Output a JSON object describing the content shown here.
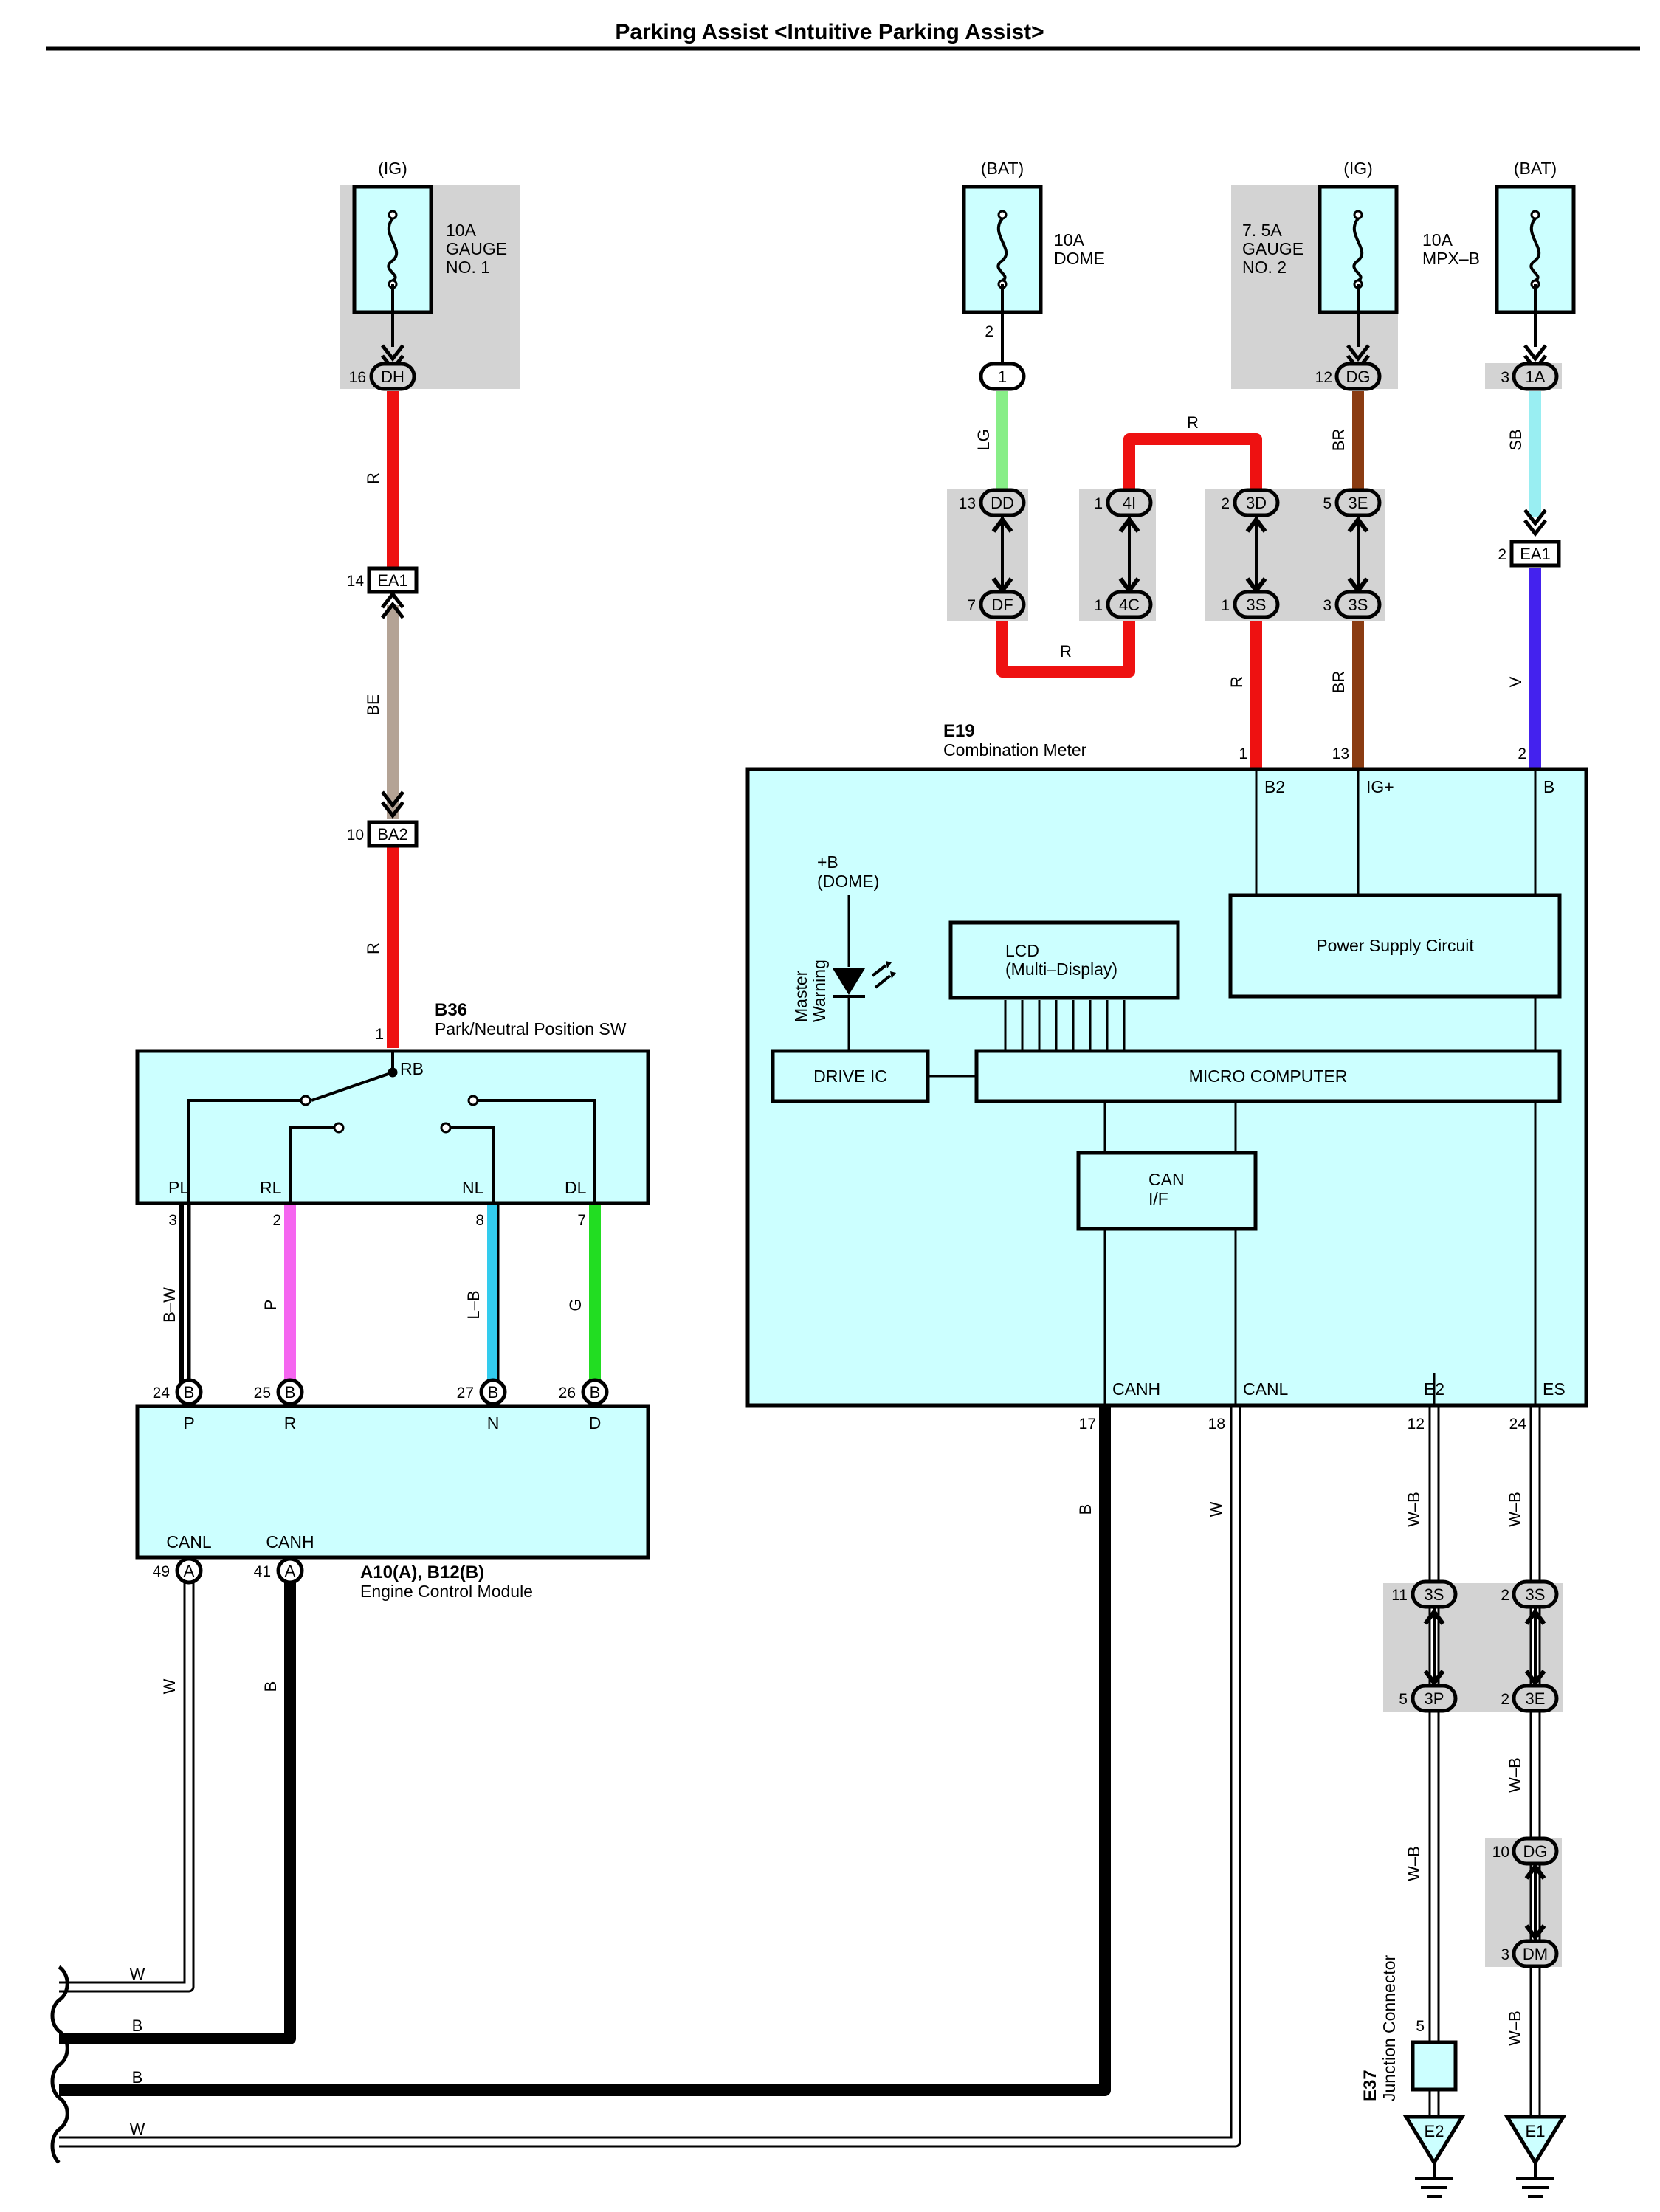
{
  "title": "Parking Assist <Intuitive Parking Assist>",
  "fuses": [
    {
      "source": "(IG)",
      "rating": "10A",
      "name1": "GAUGE",
      "name2": "NO. 1"
    },
    {
      "source": "(BAT)",
      "rating": "10A",
      "name1": "DOME",
      "name2": ""
    },
    {
      "source": "(IG)",
      "rating": "7. 5A",
      "name1": "GAUGE",
      "name2": "NO. 2"
    },
    {
      "source": "(BAT)",
      "rating": "10A",
      "name1": "MPX–B",
      "name2": ""
    }
  ],
  "connectors": [
    {
      "id": "DH",
      "pin": "16"
    },
    {
      "id": "1",
      "pin": "2"
    },
    {
      "id": "DG",
      "pin": "12"
    },
    {
      "id": "1A",
      "pin": "3"
    },
    {
      "id": "EA1",
      "pin": "14"
    },
    {
      "id": "BA2",
      "pin": "10"
    },
    {
      "id": "EA1",
      "pin": "2"
    },
    {
      "id": "DD",
      "pin": "13"
    },
    {
      "id": "DF",
      "pin": "7"
    },
    {
      "id": "4I",
      "pin": "1"
    },
    {
      "id": "4C",
      "pin": "1"
    },
    {
      "id": "3D",
      "pin": "2"
    },
    {
      "id": "3S",
      "pin": "1"
    },
    {
      "id": "3E",
      "pin": "5"
    },
    {
      "id": "3S",
      "pin": "3"
    },
    {
      "id": "3S",
      "pin": "11"
    },
    {
      "id": "3P",
      "pin": "5"
    },
    {
      "id": "3S",
      "pin": "2"
    },
    {
      "id": "3E",
      "pin": "2"
    },
    {
      "id": "DG",
      "pin": "10"
    },
    {
      "id": "DM",
      "pin": "3"
    }
  ],
  "wire_labels": {
    "R": "R",
    "BE": "BE",
    "LG": "LG",
    "BR": "BR",
    "SB": "SB",
    "V": "V",
    "BW": "B–W",
    "P": "P",
    "LB": "L–B",
    "G": "G",
    "B": "B",
    "W": "W",
    "WB": "W–B"
  },
  "b36": {
    "code": "B36",
    "name": "Park/Neutral Position SW",
    "rb": "RB",
    "pin1": "1",
    "pins": [
      {
        "label": "PL",
        "num": "3"
      },
      {
        "label": "RL",
        "num": "2"
      },
      {
        "label": "NL",
        "num": "8"
      },
      {
        "label": "DL",
        "num": "7"
      }
    ]
  },
  "ecm": {
    "code": "A10(A), B12(B)",
    "name": "Engine Control Module",
    "top_pins": [
      {
        "label": "P",
        "num": "24",
        "conn": "B"
      },
      {
        "label": "R",
        "num": "25",
        "conn": "B"
      },
      {
        "label": "N",
        "num": "27",
        "conn": "B"
      },
      {
        "label": "D",
        "num": "26",
        "conn": "B"
      }
    ],
    "bottom_pins": [
      {
        "label": "CANL",
        "num": "49",
        "conn": "A"
      },
      {
        "label": "CANH",
        "num": "41",
        "conn": "A"
      }
    ]
  },
  "meter": {
    "code": "E19",
    "name": "Combination Meter",
    "top_pins": [
      {
        "label": "B2",
        "num": "1"
      },
      {
        "label": "IG+",
        "num": "13"
      },
      {
        "label": "B",
        "num": "2"
      }
    ],
    "bottom_pins": [
      {
        "label": "CANH",
        "num": "17"
      },
      {
        "label": "CANL",
        "num": "18"
      },
      {
        "label": "E2",
        "num": "12"
      },
      {
        "label": "ES",
        "num": "24"
      }
    ],
    "dome1": "+B",
    "dome2": "(DOME)",
    "mw1": "Master",
    "mw2": "Warning",
    "lcd1": "LCD",
    "lcd2": "(Multi–Display)",
    "psu": "Power Supply Circuit",
    "drive_ic": "DRIVE IC",
    "micro": "MICRO COMPUTER",
    "can1": "CAN",
    "can2": "I/F"
  },
  "e37": {
    "code": "E37",
    "name": "Junction Connector",
    "pin": "5"
  },
  "grounds": [
    "E2",
    "E1"
  ],
  "colors": {
    "R": "#ee1111",
    "BE": "#b4a395",
    "LG": "#88ee88",
    "BR": "#8a3c12",
    "SB": "#99eef2",
    "V": "#4422ee",
    "P": "#f566f0",
    "LB": "#33ccee",
    "G": "#22dd22",
    "B": "#000000",
    "W": "#ffffff",
    "box": "#ccffff",
    "shade": "#d3d3d3"
  }
}
